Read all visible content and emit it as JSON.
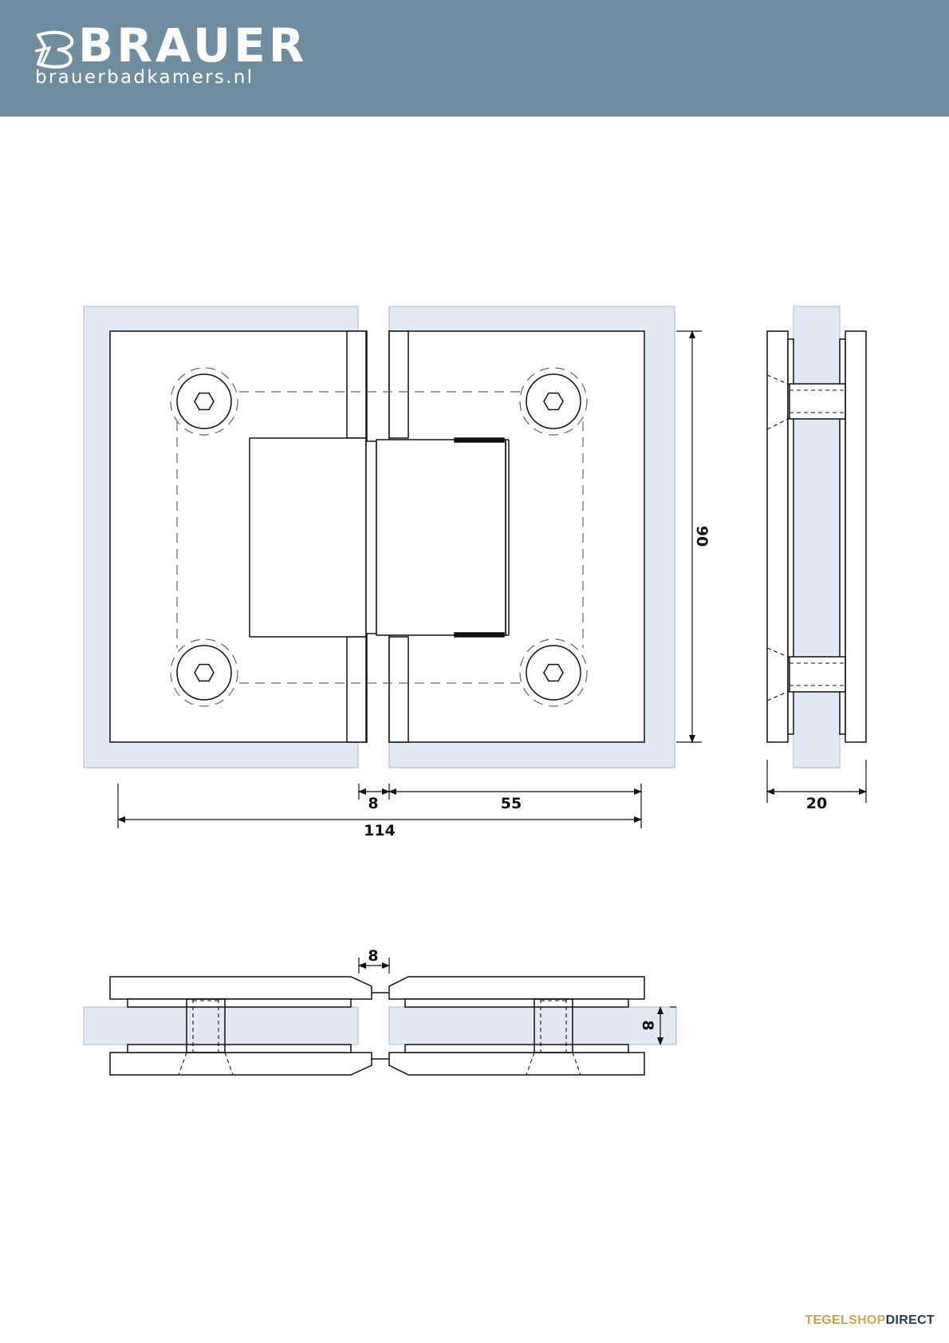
{
  "header": {
    "brand_name": "BRAUER",
    "brand_url": "brauerbadkamers.nl",
    "background_color": "#6e8d9f"
  },
  "drawing": {
    "glass_color": "#e1eaf4",
    "line_color": "#111111",
    "dimensions": {
      "front_gap": "8",
      "front_half_width": "55",
      "front_total_width": "114",
      "front_height": "90",
      "side_depth": "20",
      "top_gap": "8",
      "top_glass_thickness": "8"
    }
  },
  "footer": {
    "part1": "TEGEL",
    "part2": "SHOP",
    "part3": "DIRECT"
  }
}
